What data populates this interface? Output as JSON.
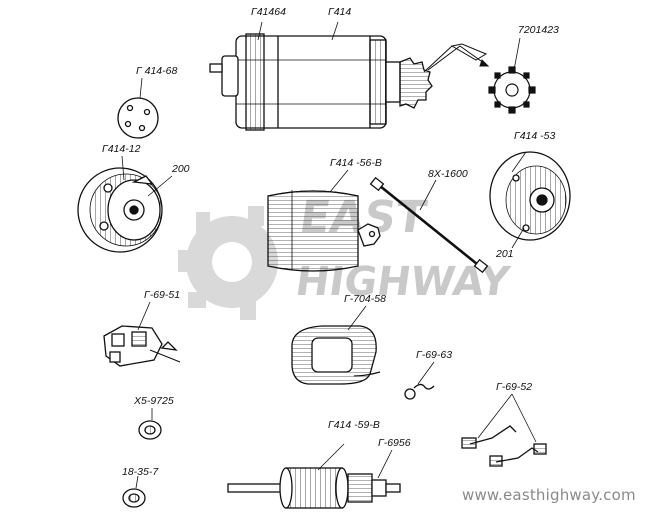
{
  "labels": {
    "g41464": "Г41464",
    "g414": "Г414",
    "p7201423": "7201423",
    "g414_68": "Г 414-68",
    "g414_12": "Г414-12",
    "p200": "200",
    "g414_56_v": "Г414 -56-В",
    "p8x_1600": "8Х-1600",
    "g414_53": "Г414 -53",
    "p201": "201",
    "g69_51": "Г-69-51",
    "g704_58": "Г-704-58",
    "g69_63": "Г-69-63",
    "x5_9725": "Х5-9725",
    "g69_52": "Г-69-52",
    "g414_59_v": "Г414 -59-В",
    "g6956": "Г-6956",
    "p18_35_7": "18-35-7"
  },
  "watermark": {
    "line1": "EAST",
    "line2": "HIGHWAY",
    "url": "www.easthighway.com"
  },
  "colors": {
    "ink": "#111111",
    "watermark": "#c9c9c9",
    "url": "#8a8a8a"
  }
}
